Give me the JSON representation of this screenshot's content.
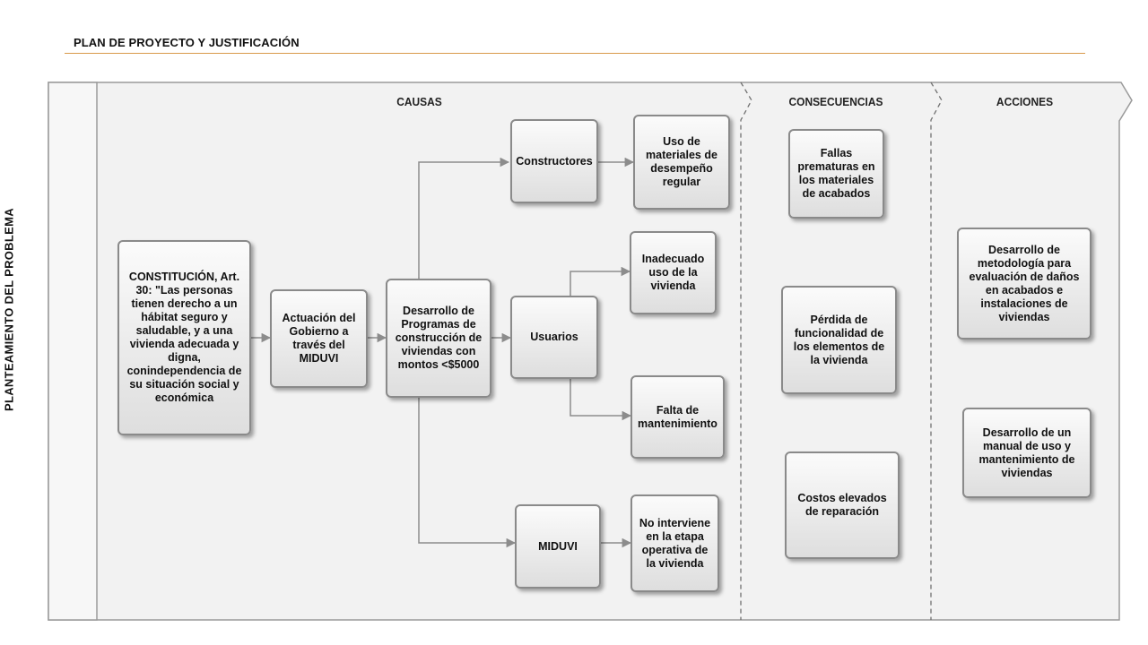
{
  "slide_title": "PLAN DE PROYECTO Y JUSTIFICACIÓN",
  "side_label": "PLANTEAMIENTO DEL PROBLEMA",
  "lanes": {
    "causas": "CAUSAS",
    "consecuencias": "CONSECUENCIAS",
    "acciones": "ACCIONES"
  },
  "boxes": {
    "constitucion": "CONSTITUCIÓN, Art. 30: \"Las personas tienen derecho a un hábitat seguro y saludable, y a una vivienda adecuada y digna, conindependencia de su situación social y económica",
    "actuacion": "Actuación del Gobierno a través del MIDUVI",
    "desarrollo_programas": "Desarrollo de Programas de construcción de viviendas con montos <$5000",
    "constructores": "Constructores",
    "usuarios": "Usuarios",
    "miduvi": "MIDUVI",
    "uso_materiales": "Uso de materiales de desempeño regular",
    "inadecuado_uso": "Inadecuado uso de la vivienda",
    "falta_mantenimiento": "Falta de mantenimiento",
    "no_interviene": "No interviene en la etapa operativa de la vivienda",
    "fallas_prematuras": "Fallas prematuras en los materiales de acabados",
    "perdida_funcionalidad": "Pérdida de funcionalidad de los elementos de la vivienda",
    "costos_elevados": "Costos elevados de reparación",
    "desarrollo_metodologia": "Desarrollo de metodología para evaluación de daños en acabados e instalaciones de viviendas",
    "desarrollo_manual": "Desarrollo de un manual de uso y mantenimiento de viviendas"
  },
  "colors": {
    "title_rule": "#d99a4a",
    "box_border": "#8a8a8a",
    "lane_fill": "#f2f2f2",
    "arrow": "#8c8c8c"
  }
}
